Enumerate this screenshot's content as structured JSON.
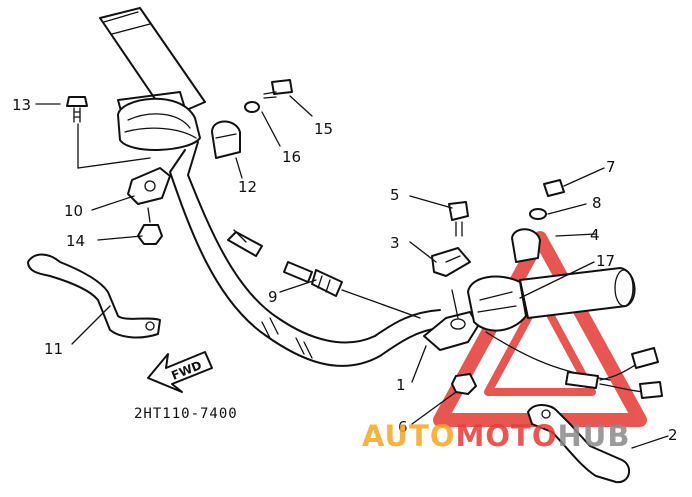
{
  "diagram": {
    "part_code": "2HT110-7400",
    "direction_label": "FWD",
    "callouts": [
      "1",
      "2",
      "3",
      "4",
      "5",
      "6",
      "7",
      "8",
      "9",
      "10",
      "11",
      "12",
      "13",
      "14",
      "15",
      "16",
      "17"
    ],
    "watermark": {
      "text_part1": "AUTO",
      "text_part2": "MOTO",
      "text_part3": "HUB",
      "colors": {
        "orange": "#f5a623",
        "red": "#e53935",
        "gray": "#8a8a8a"
      }
    }
  }
}
